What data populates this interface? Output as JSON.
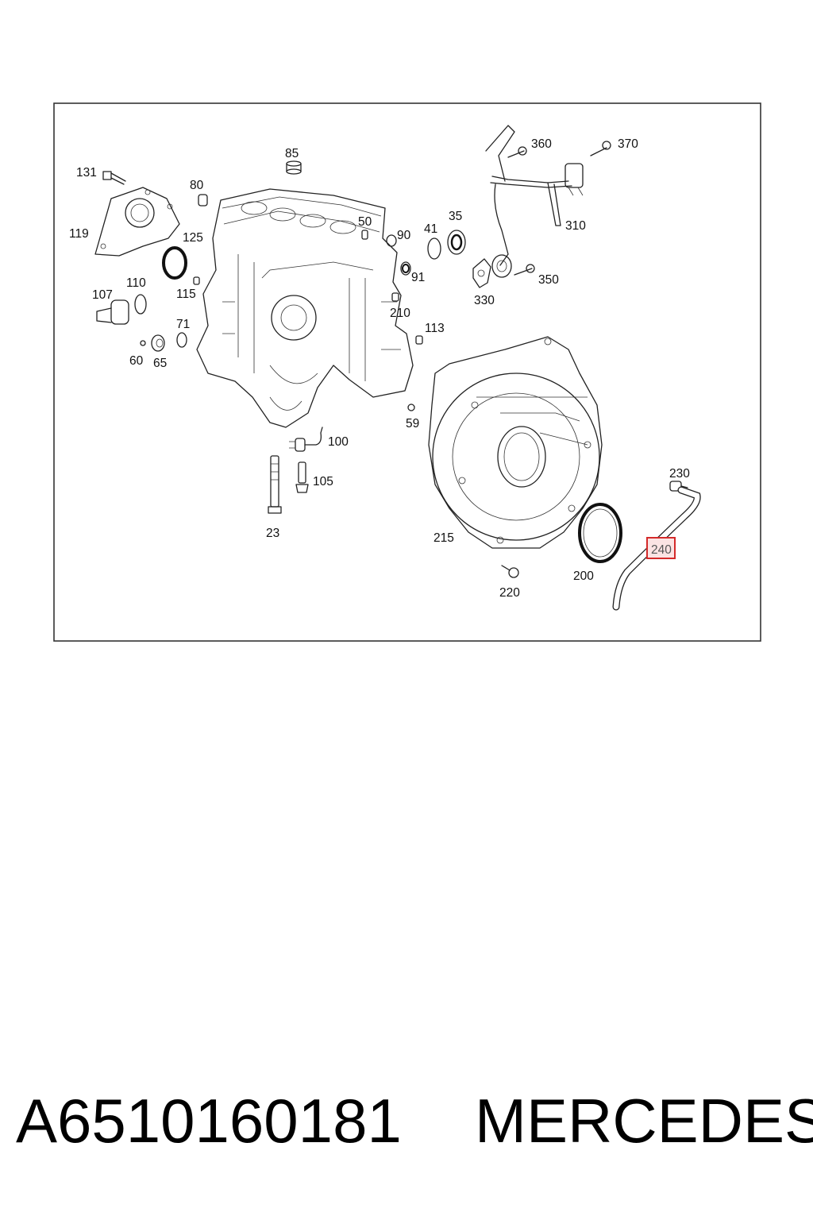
{
  "diagram": {
    "callouts": [
      "131",
      "85",
      "80",
      "119",
      "125",
      "50",
      "90",
      "41",
      "35",
      "107",
      "110",
      "115",
      "71",
      "60",
      "65",
      "91",
      "210",
      "113",
      "59",
      "100",
      "105",
      "23",
      "215",
      "200",
      "220",
      "230",
      "240",
      "360",
      "370",
      "310",
      "330",
      "350"
    ],
    "highlighted_callout": "240",
    "highlight_color": "#d42a2a"
  },
  "caption": {
    "part_number": "A6510160181",
    "brand": "MERCEDES"
  }
}
